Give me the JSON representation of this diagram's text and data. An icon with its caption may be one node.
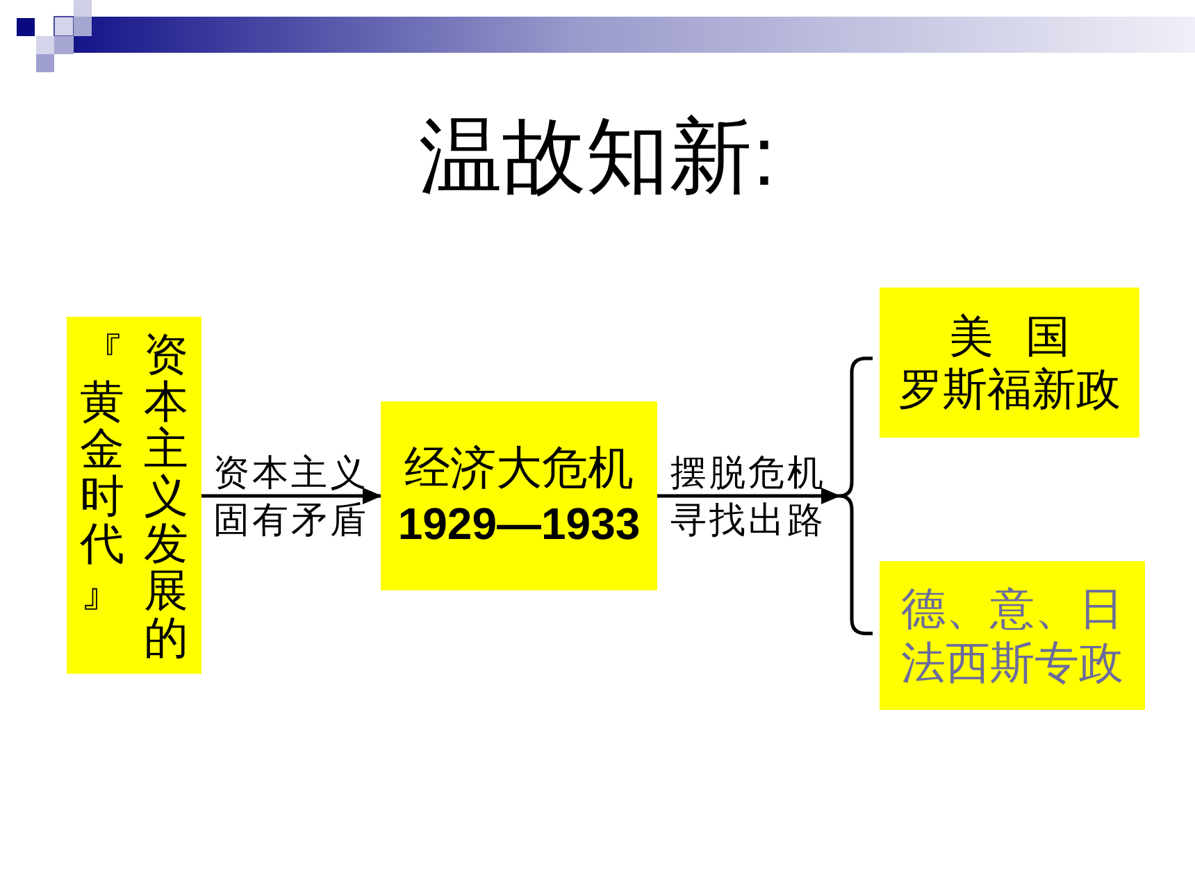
{
  "diagram": {
    "title": "温故知新:",
    "nodes": [
      {
        "text": [
          "资本主义发展的『黄金时代』"
        ]
      },
      {
        "text": [
          "经济大危机",
          "1929—1933"
        ]
      },
      {
        "text": [],
        "shape": "brace"
      },
      {
        "text": [
          "美 国",
          "罗斯福新政"
        ]
      },
      {
        "text": [
          "德、意、日",
          "法西斯专政"
        ]
      }
    ],
    "edges": [
      {
        "from": 0,
        "to": 1,
        "arrow": "to",
        "label": "资本主义固有矛盾"
      },
      {
        "from": 1,
        "to": 2,
        "arrow": "to",
        "label": "摆脱危机寻找出路"
      }
    ]
  }
}
